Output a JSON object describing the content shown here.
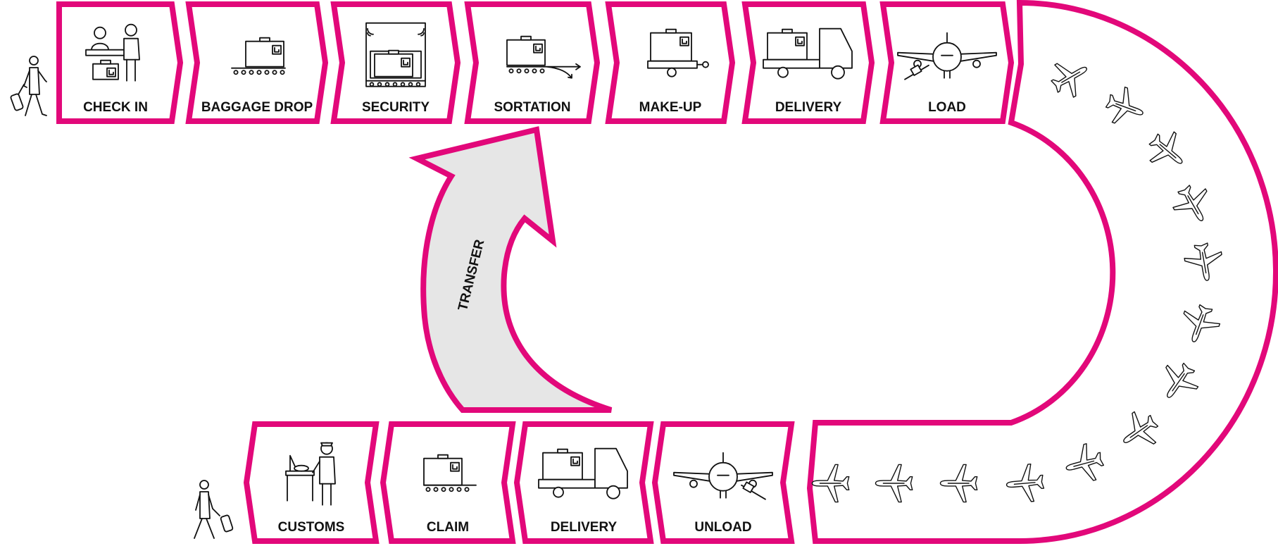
{
  "colors": {
    "accent": "#e2087a",
    "transfer_fill": "#e6e6e6",
    "ink": "#111111"
  },
  "departure_steps": [
    {
      "label": "CHECK IN",
      "icon": "check-in-desk-icon"
    },
    {
      "label": "BAGGAGE DROP",
      "icon": "baggage-conveyor-icon"
    },
    {
      "label": "SECURITY",
      "icon": "security-scanner-icon"
    },
    {
      "label": "SORTATION",
      "icon": "sortation-conveyor-icon"
    },
    {
      "label": "MAKE-UP",
      "icon": "baggage-cart-icon"
    },
    {
      "label": "DELIVERY",
      "icon": "delivery-truck-icon"
    },
    {
      "label": "LOAD",
      "icon": "airplane-loading-icon"
    }
  ],
  "arrival_steps": [
    {
      "label": "CUSTOMS",
      "icon": "customs-inspection-icon"
    },
    {
      "label": "CLAIM",
      "icon": "baggage-claim-conveyor-icon"
    },
    {
      "label": "DELIVERY",
      "icon": "delivery-truck-icon"
    },
    {
      "label": "UNLOAD",
      "icon": "airplane-unloading-icon"
    }
  ],
  "transfer": {
    "label": "TRANSFER",
    "icon": "transfer-arrow-icon"
  },
  "flight_icon": "airplane-icon"
}
